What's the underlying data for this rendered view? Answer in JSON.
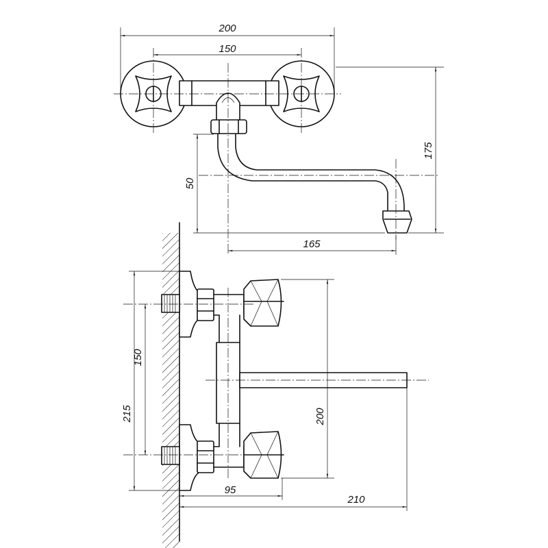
{
  "dimensions": {
    "top_overall_width": "200",
    "top_handle_spacing": "150",
    "top_total_height": "175",
    "top_spout_drop": "50",
    "top_spout_reach": "165",
    "side_inlet_spacing": "150",
    "side_overall_height": "215",
    "side_handle_spacing": "200",
    "side_body_depth": "95",
    "side_spout_reach": "210"
  },
  "colors": {
    "ink": "#111111",
    "paper": "#ffffff"
  }
}
